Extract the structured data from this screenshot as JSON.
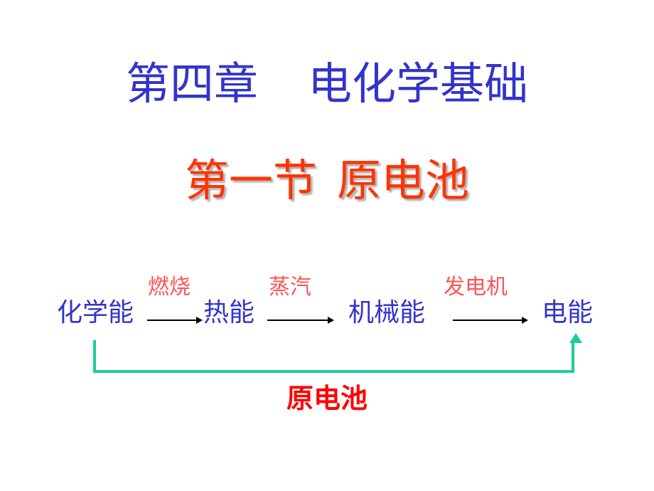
{
  "slide": {
    "chapter_title": {
      "part1": "第四章",
      "part2": "电化学基础"
    },
    "section_title": {
      "part1": "第一节",
      "part2": "原电池"
    },
    "flow": {
      "nodes": [
        "化学能",
        "热能",
        "机械能",
        "电能"
      ],
      "processes": [
        "燃烧",
        "蒸汽",
        "发电机"
      ],
      "shortcut_label": "原电池"
    },
    "colors": {
      "chapter": "#3333cc",
      "section": "#ff3300",
      "energy_nodes": "#3333cc",
      "process_labels": "#ff5555",
      "shortcut_line": "#1fcc99",
      "shortcut_label": "#ff0000"
    }
  }
}
